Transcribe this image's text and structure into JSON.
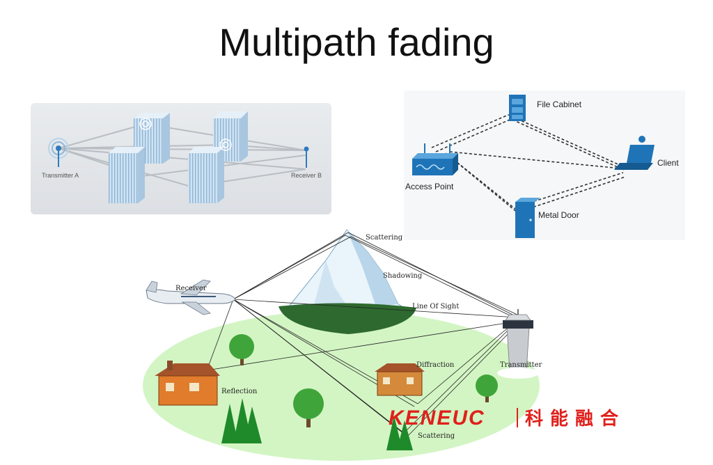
{
  "slide": {
    "title": "Multipath fading"
  },
  "panel_a": {
    "transmitter_label": "Transmitter A",
    "receiver_label": "Receiver B"
  },
  "panel_b": {
    "file_cabinet_label": "File Cabinet",
    "client_label": "Client",
    "access_point_label": "Access Point",
    "metal_door_label": "Metal Door"
  },
  "panel_c": {
    "scattering_top": "Scattering",
    "shadowing": "Shadowing",
    "receiver": "Receiver",
    "line_of_sight": "Line Of Sight",
    "transmitter": "Transmitter",
    "diffraction": "Diffraction",
    "reflection": "Reflection",
    "scattering_bottom": "Scattering"
  },
  "logo": {
    "latin": "KENEUC",
    "chinese": "科能融合",
    "color": "#e0201b"
  }
}
